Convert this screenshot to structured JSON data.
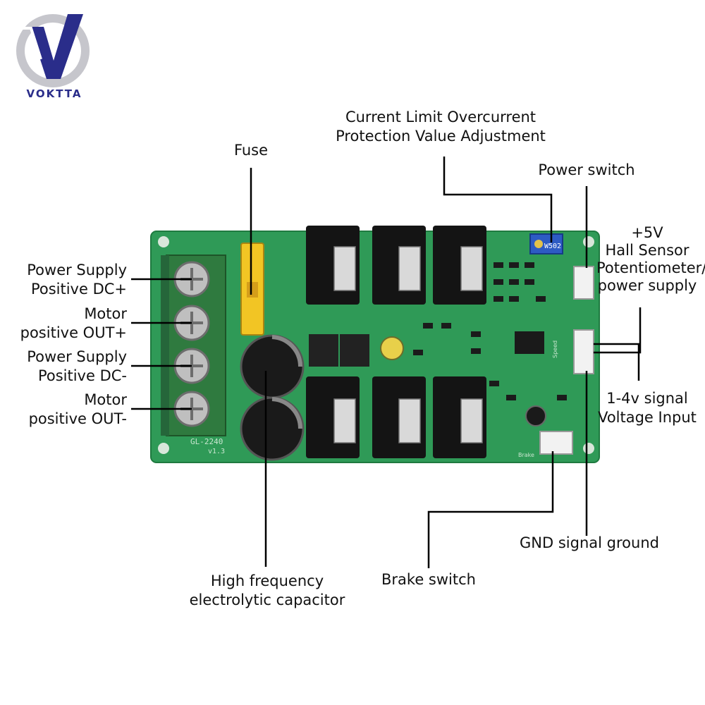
{
  "brand": {
    "name": "VOKTTA",
    "colors": {
      "blue": "#2a2d8a",
      "gray": "#c6c6cc"
    }
  },
  "board": {
    "silkscreen_model": "GL-2240",
    "silkscreen_version": "v1.3",
    "pot_marking": "W502",
    "connector_labels": {
      "speed": "Speed",
      "brake": "Brake"
    },
    "colors": {
      "pcb": "#2f9a57",
      "pcb_dark": "#1f7a40",
      "heatsink": "#141414",
      "terminal": "#2f7a3f"
    }
  },
  "labels": {
    "fuse": "Fuse",
    "current_limit": {
      "line1": "Current Limit Overcurrent",
      "line2": "Protection Value Adjustment"
    },
    "power_switch": "Power switch",
    "hall": {
      "line1": "+5V",
      "line2": "Hall Sensor",
      "line3": "Potentiometer/",
      "line4": "power supply"
    },
    "signal_input": {
      "line1": "1-4v signal",
      "line2": "Voltage Input"
    },
    "gnd": "GND signal ground",
    "brake": "Brake switch",
    "capacitor": {
      "line1": "High frequency",
      "line2": "electrolytic capacitor"
    },
    "supply_pos": {
      "line1": "Power Supply",
      "line2": "Positive DC+"
    },
    "motor_pos": {
      "line1": "Motor",
      "line2": "positive OUT+"
    },
    "supply_neg": {
      "line1": "Power Supply",
      "line2": "Positive DC-"
    },
    "motor_neg": {
      "line1": "Motor",
      "line2": "positive OUT-"
    }
  }
}
